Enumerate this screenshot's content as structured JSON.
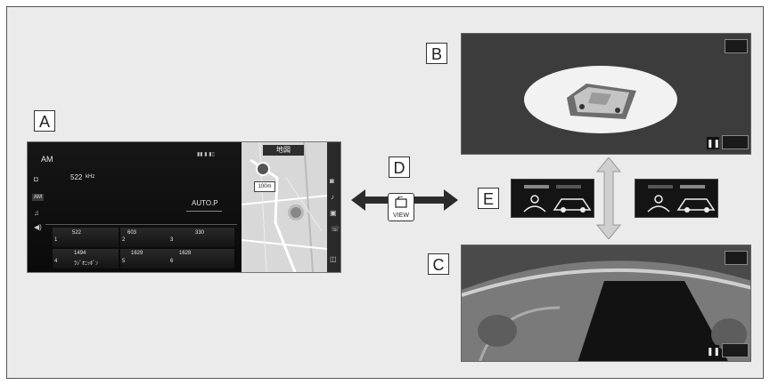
{
  "callouts": {
    "a": "A",
    "b": "B",
    "c": "C",
    "d": "D",
    "e": "E"
  },
  "screen_a": {
    "band": "AM",
    "frequency": "522",
    "frequency_unit": "kHz",
    "auto_p": "AUTO.P",
    "presets": [
      {
        "number": "1",
        "freq": "522"
      },
      {
        "number": "2",
        "freq": "603"
      },
      {
        "number": "3",
        "freq": "330"
      },
      {
        "number": "4",
        "freq": "1494",
        "name": "ﾗｼﾞｵﾆｯﾎﾟﾝ"
      },
      {
        "number": "5",
        "freq": "1629"
      },
      {
        "number": "6",
        "freq": "1628"
      }
    ],
    "side_label": "AM",
    "map": {
      "tab": "地図",
      "scale": "100m"
    }
  },
  "view_button": {
    "label": "VIEW"
  }
}
